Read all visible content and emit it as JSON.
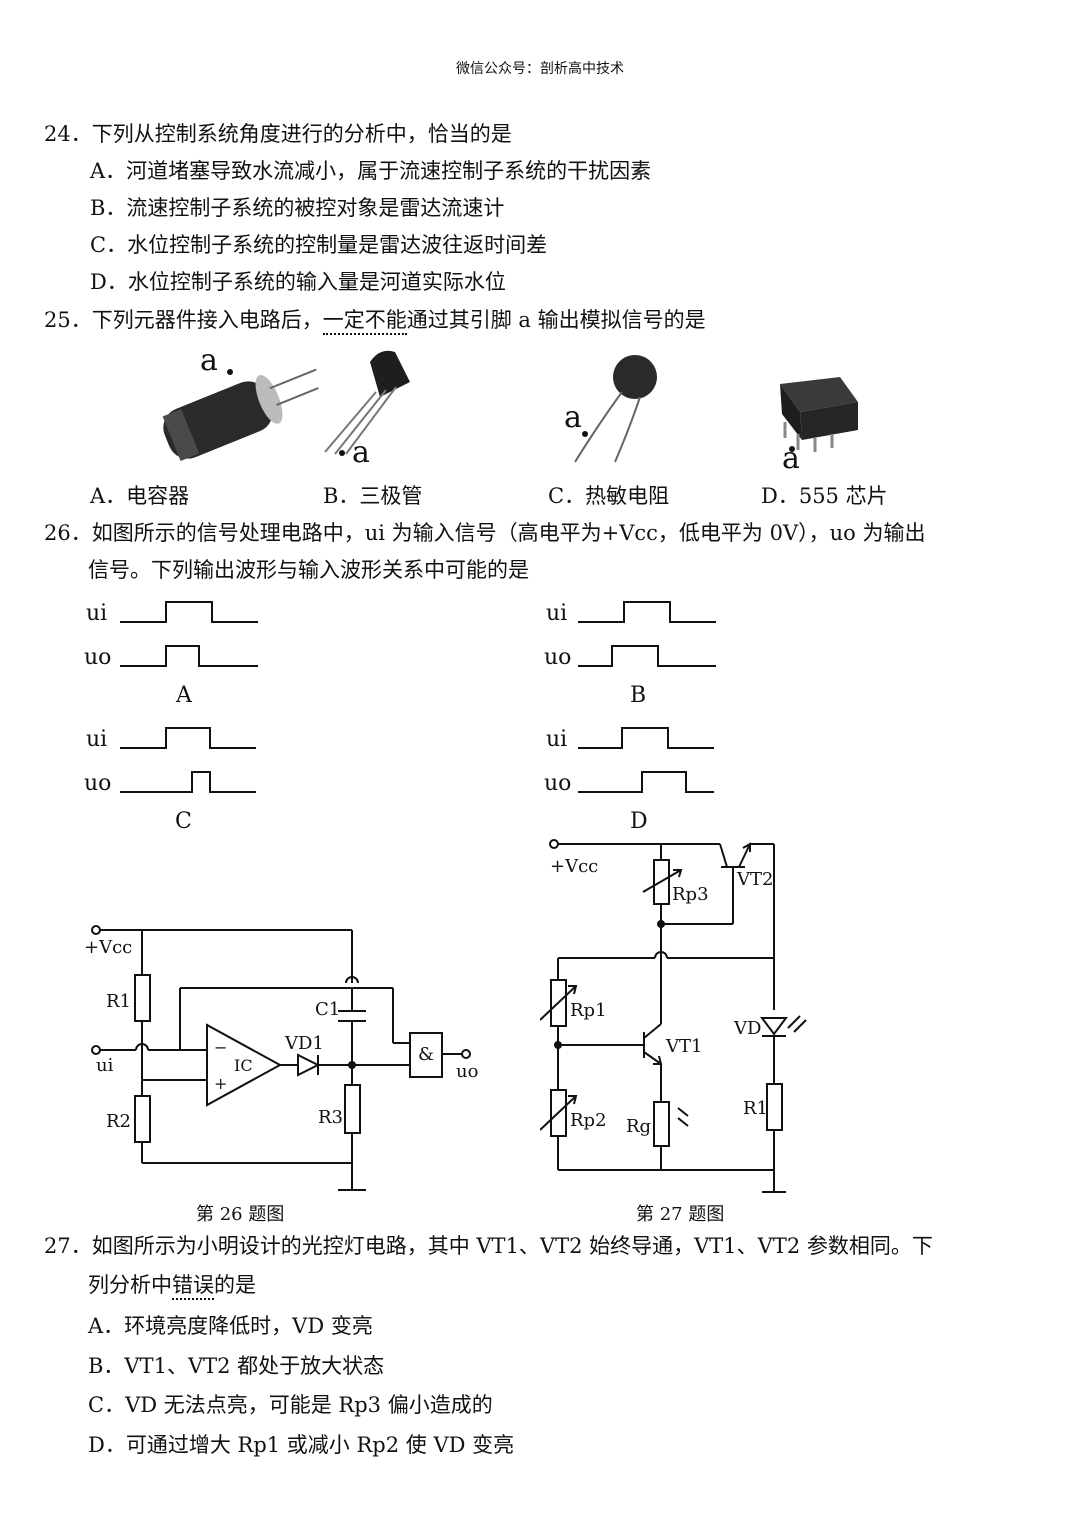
{
  "header": "微信公众号：剖析高中技术",
  "q24": {
    "stem": "24．下列从控制系统角度进行的分析中，恰当的是",
    "options": [
      "A．河道堵塞导致水流减小，属于流速控制子系统的干扰因素",
      "B．流速控制子系统的被控对象是雷达流速计",
      "C．水位控制子系统的控制量是雷达波往返时间差",
      "D．水位控制子系统的输入量是河道实际水位"
    ]
  },
  "q25": {
    "stem_pre": "25．下列元器件接入电路后，",
    "stem_em": "一定不能",
    "stem_post": "通过其引脚 a 输出模拟信号的是",
    "pin": "a",
    "options": [
      "A．电容器",
      "B．三极管",
      "C．热敏电阻",
      "D．555 芯片"
    ]
  },
  "q26": {
    "stem_line1": "26．如图所示的信号处理电路中，ui 为输入信号（高电平为+Vcc，低电平为 0V），uo 为输出",
    "stem_line2": "信号。下列输出波形与输入波形关系中可能的是",
    "input_label": "ui",
    "output_label": "uo",
    "options": [
      "A",
      "B",
      "C",
      "D"
    ]
  },
  "fig26": {
    "caption": "第 26 题图",
    "vcc": "+Vcc",
    "r1": "R1",
    "r2": "R2",
    "r3": "R3",
    "c1": "C1",
    "vd1": "VD1",
    "ic": "IC",
    "ui": "ui",
    "uo": "uo",
    "and": "&",
    "minus": "−",
    "plus": "+"
  },
  "fig27": {
    "caption": "第 27 题图",
    "vcc": "+Vcc",
    "rp3": "Rp3",
    "vt2": "VT2",
    "rp1": "Rp1",
    "rp2": "Rp2",
    "vt1": "VT1",
    "rg": "Rg",
    "vd": "VD",
    "r1": "R1"
  },
  "q27": {
    "stem_line1": "27．如图所示为小明设计的光控灯电路，其中 VT1、VT2 始终导通，VT1、VT2 参数相同。下",
    "stem_line2_pre": "列分析中",
    "stem_line2_em": "错误",
    "stem_line2_post": "的是",
    "options": [
      "A．环境亮度降低时，VD 变亮",
      "B．VT1、VT2 都处于放大状态",
      "C．VD 无法点亮，可能是 Rp3 偏小造成的",
      "D．可通过增大 Rp1 或减小 Rp2 使 VD 变亮"
    ]
  }
}
